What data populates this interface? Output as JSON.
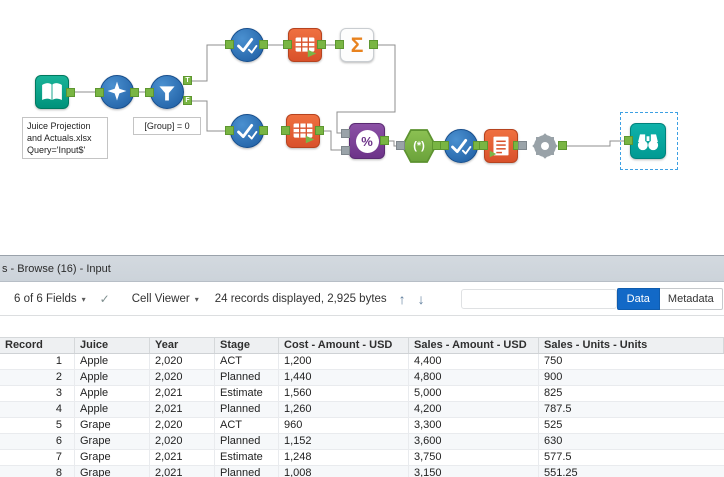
{
  "colors": {
    "tool_blue_light": "#4a90d0",
    "tool_blue_dark": "#1c5ba0",
    "tool_orange_light": "#ef7040",
    "tool_orange_dark": "#d9512b",
    "tool_purple_light": "#8b51a5",
    "tool_purple_dark": "#6d3389",
    "input_teal_light": "#19b398",
    "input_teal_dark": "#00927b",
    "browse_teal_light": "#10b2aa",
    "browse_teal_dark": "#009a93",
    "hex_green_light": "#8cc153",
    "hex_green_dark": "#5d9330",
    "anchor_green": "#79b543",
    "saw_gray": "#99a2a8",
    "sigma_orange": "#e8821e",
    "selection_blue": "#3da0e3",
    "data_button_blue": "#1269c7",
    "panel_header_bg": "#ccd3da"
  },
  "canvas": {
    "annotations": {
      "input": "Juice Projection\nand Actuals.xlsx\nQuery='Input$'",
      "filter": "[Group] = 0"
    },
    "glyphs": {
      "sigma": "Σ",
      "percent": "%",
      "macro_star": "(*)",
      "true_anchor": "T",
      "false_anchor": "F"
    }
  },
  "results_panel": {
    "header_title": "s - Browse (16) - Input",
    "toolbar": {
      "fields_selector_label": "6 of 6 Fields",
      "cell_viewer_label": "Cell Viewer",
      "records_info": "24 records displayed, 2,925 bytes",
      "data_button_label": "Data",
      "metadata_button_label": "Metadata",
      "caret_glyph": "▾",
      "check_glyph": "✓",
      "up_arrow_glyph": "↑",
      "down_arrow_glyph": "↓"
    },
    "table": {
      "columns": [
        "Record",
        "Juice",
        "Year",
        "Stage",
        "Cost - Amount - USD",
        "Sales - Amount - USD",
        "Sales - Units - Units"
      ],
      "rows": [
        [
          "1",
          "Apple",
          "2,020",
          "ACT",
          "1,200",
          "4,400",
          "750"
        ],
        [
          "2",
          "Apple",
          "2,020",
          "Planned",
          "1,440",
          "4,800",
          "900"
        ],
        [
          "3",
          "Apple",
          "2,021",
          "Estimate",
          "1,560",
          "5,000",
          "825"
        ],
        [
          "4",
          "Apple",
          "2,021",
          "Planned",
          "1,260",
          "4,200",
          "787.5"
        ],
        [
          "5",
          "Grape",
          "2,020",
          "ACT",
          "960",
          "3,300",
          "525"
        ],
        [
          "6",
          "Grape",
          "2,020",
          "Planned",
          "1,152",
          "3,600",
          "630"
        ],
        [
          "7",
          "Grape",
          "2,021",
          "Estimate",
          "1,248",
          "3,750",
          "577.5"
        ],
        [
          "8",
          "Grape",
          "2,021",
          "Planned",
          "1,008",
          "3,150",
          "551.25"
        ]
      ]
    }
  }
}
